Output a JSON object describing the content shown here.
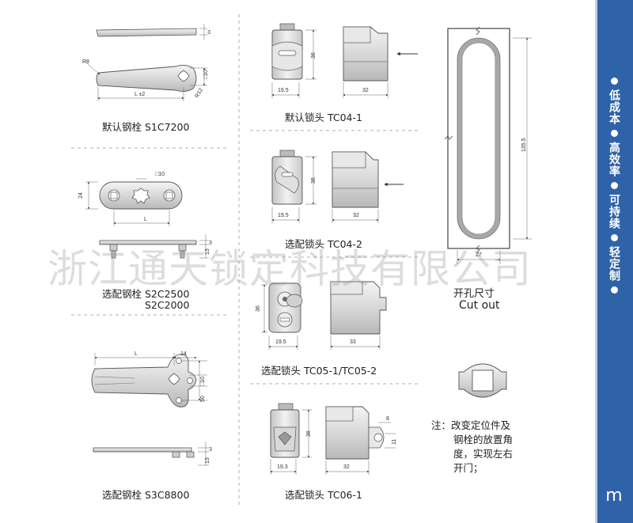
{
  "captions": {
    "s1c7200": "默认钢栓 S1C7200",
    "s2c2500": "选配钢栓 S2C2500",
    "s2c2000": "S2C2000",
    "s3c8800": "选配钢栓 S3C8800",
    "tc04_1": "默认锁头 TC04-1",
    "tc04_2": "选配锁头 TC04-2",
    "tc05": "选配锁头 TC05-1/TC05-2",
    "tc06": "选配锁头 TC06-1",
    "cutout_cn": "开孔尺寸",
    "cutout_en": "Cut out",
    "note": [
      "注：改变定位件及",
      "钢栓的放置角",
      "度，实现左右",
      "开门；"
    ]
  },
  "dims": {
    "s1_thick": "3",
    "s1_r8": "R8",
    "s1_sq10": "□10",
    "s1_r12": "R12",
    "s1_len": "L ±2",
    "s2_sq10": "□10",
    "s2_h24": "24",
    "s2_len": "L",
    "s2_t3": "3",
    "s2_13": "13",
    "s3_len": "L",
    "s3_14": "14",
    "s3_sq10": "□10",
    "s3_50": "50",
    "s3_t3": "3",
    "s3_13": "13",
    "tc041_h36": "36",
    "tc041_w195": "19.5",
    "tc041_w32": "32",
    "tc042_h36": "36",
    "tc042_w195": "19.5",
    "tc042_w32": "32",
    "tc05_h36": "36",
    "tc05_w195": "19.5",
    "tc05_w33": "33",
    "tc06_h36": "36",
    "tc06_w193": "19.3",
    "tc06_w32": "32",
    "tc06_8": "8",
    "tc06_11": "11",
    "cut_h": "135.5",
    "cut_w": "27"
  },
  "watermark": "浙江通天锁定科技有限公司",
  "sidebar": {
    "tags": [
      "低成本",
      "高效率",
      "可持续",
      "轻定制"
    ],
    "tail": "m"
  }
}
